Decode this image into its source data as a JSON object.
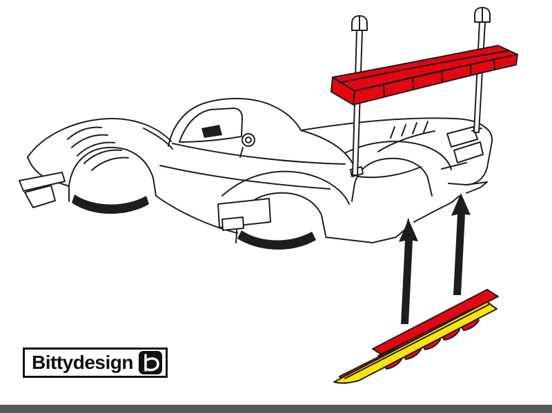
{
  "page": {
    "background": "#ffffff"
  },
  "colors": {
    "line": "#1d1d1b",
    "part_red": "#e30613",
    "part_yellow": "#ffe30b",
    "footer_bar": "#58585a",
    "logo_ink": "#111111"
  },
  "logo": {
    "text": "Bittydesign",
    "mark": "b"
  },
  "illustration": {
    "screw_count": 2,
    "arrow_count": 2,
    "parts": [
      "car-body",
      "rear-wing",
      "mounting-screws",
      "rear-diffuser",
      "assembly-arrows"
    ]
  }
}
